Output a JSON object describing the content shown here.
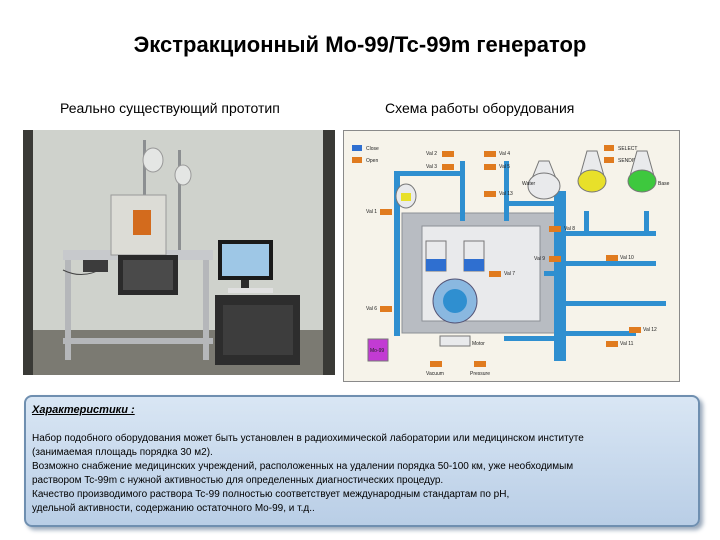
{
  "title": "Экстракционный Mo-99/Tc-99m генератор",
  "subtitles": {
    "left": "Реально существующий прототип",
    "right": "Схема работы оборудования"
  },
  "schema": {
    "legend": [
      "Close",
      "Open"
    ],
    "buttons": [
      "SELECT",
      "SENDING"
    ],
    "valves": [
      "Val 2",
      "Val 4",
      "Val 3",
      "Val 5",
      "Val 13",
      "Val 1",
      "Val 8",
      "Val 9",
      "Val 7",
      "Val 6",
      "Val 10",
      "Val 12",
      "Val 11"
    ],
    "vessels": [
      "Water",
      "Base",
      "Mo-99"
    ],
    "bottom": [
      "Vacuum",
      "Pressure"
    ],
    "motor": "Motor",
    "tank_labels": [
      "Mo-99"
    ]
  },
  "info": {
    "heading": "Характеристики :",
    "lines": [
      "Набор подобного оборудования может быть установлен  в радиохимической лаборатории или медицинском институте",
      "(занимаемая площадь порядка 30 м2).",
      "Возможно снабжение медицинских учреждений, расположенных на удалении порядка 50-100 км, уже необходимым",
      "раствором Tc-99m с нужной активностью для определенных диагностических процедур.",
      "Качество производимого раствора Tc-99 полностью соответствует международным стандартам по pH,",
      "удельной активности, содержанию остаточного Mo-99, и т.д.."
    ]
  },
  "colors": {
    "panel_border": "#6f8fb0",
    "schema_blue": "#2f8fd0",
    "box_gray": "#b8bcc2",
    "yellow": "#e8e02a",
    "green": "#3ec83e",
    "indicator": "#e07b1f"
  }
}
